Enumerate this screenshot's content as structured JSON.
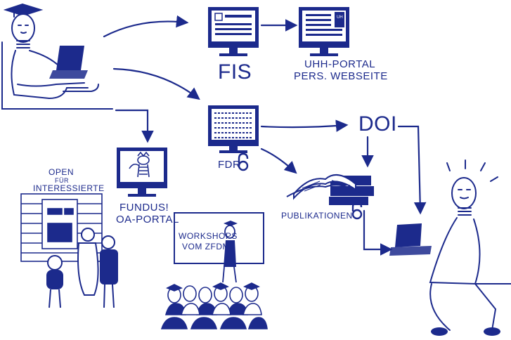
{
  "nodes": {
    "fis": {
      "label": "FIS"
    },
    "uhh": {
      "line1": "UHH-PORTAL",
      "line2": "PERS. WEBSEITE",
      "screen_badge": "UH"
    },
    "fdr": {
      "label": "FDR"
    },
    "doi": {
      "label": "DOI"
    },
    "fundus": {
      "line1": "FUNDUS!",
      "line2": "OA-PORTAL"
    },
    "publikationen": {
      "label": "PUBLIKATIONEN"
    },
    "workshops": {
      "line1": "WORKSHOPS",
      "line2": "VOM ZFDM"
    },
    "open": {
      "line1": "OPEN",
      "line2": "FÜR",
      "line3": "INTERESSIERTE"
    }
  },
  "colors": {
    "ink": "#1c2a8c",
    "paper": "#ffffff"
  },
  "icons": [
    "open-access-lock-icon",
    "laptop-icon",
    "monitor-icon",
    "book-icon",
    "lightbulb-person-icon"
  ]
}
